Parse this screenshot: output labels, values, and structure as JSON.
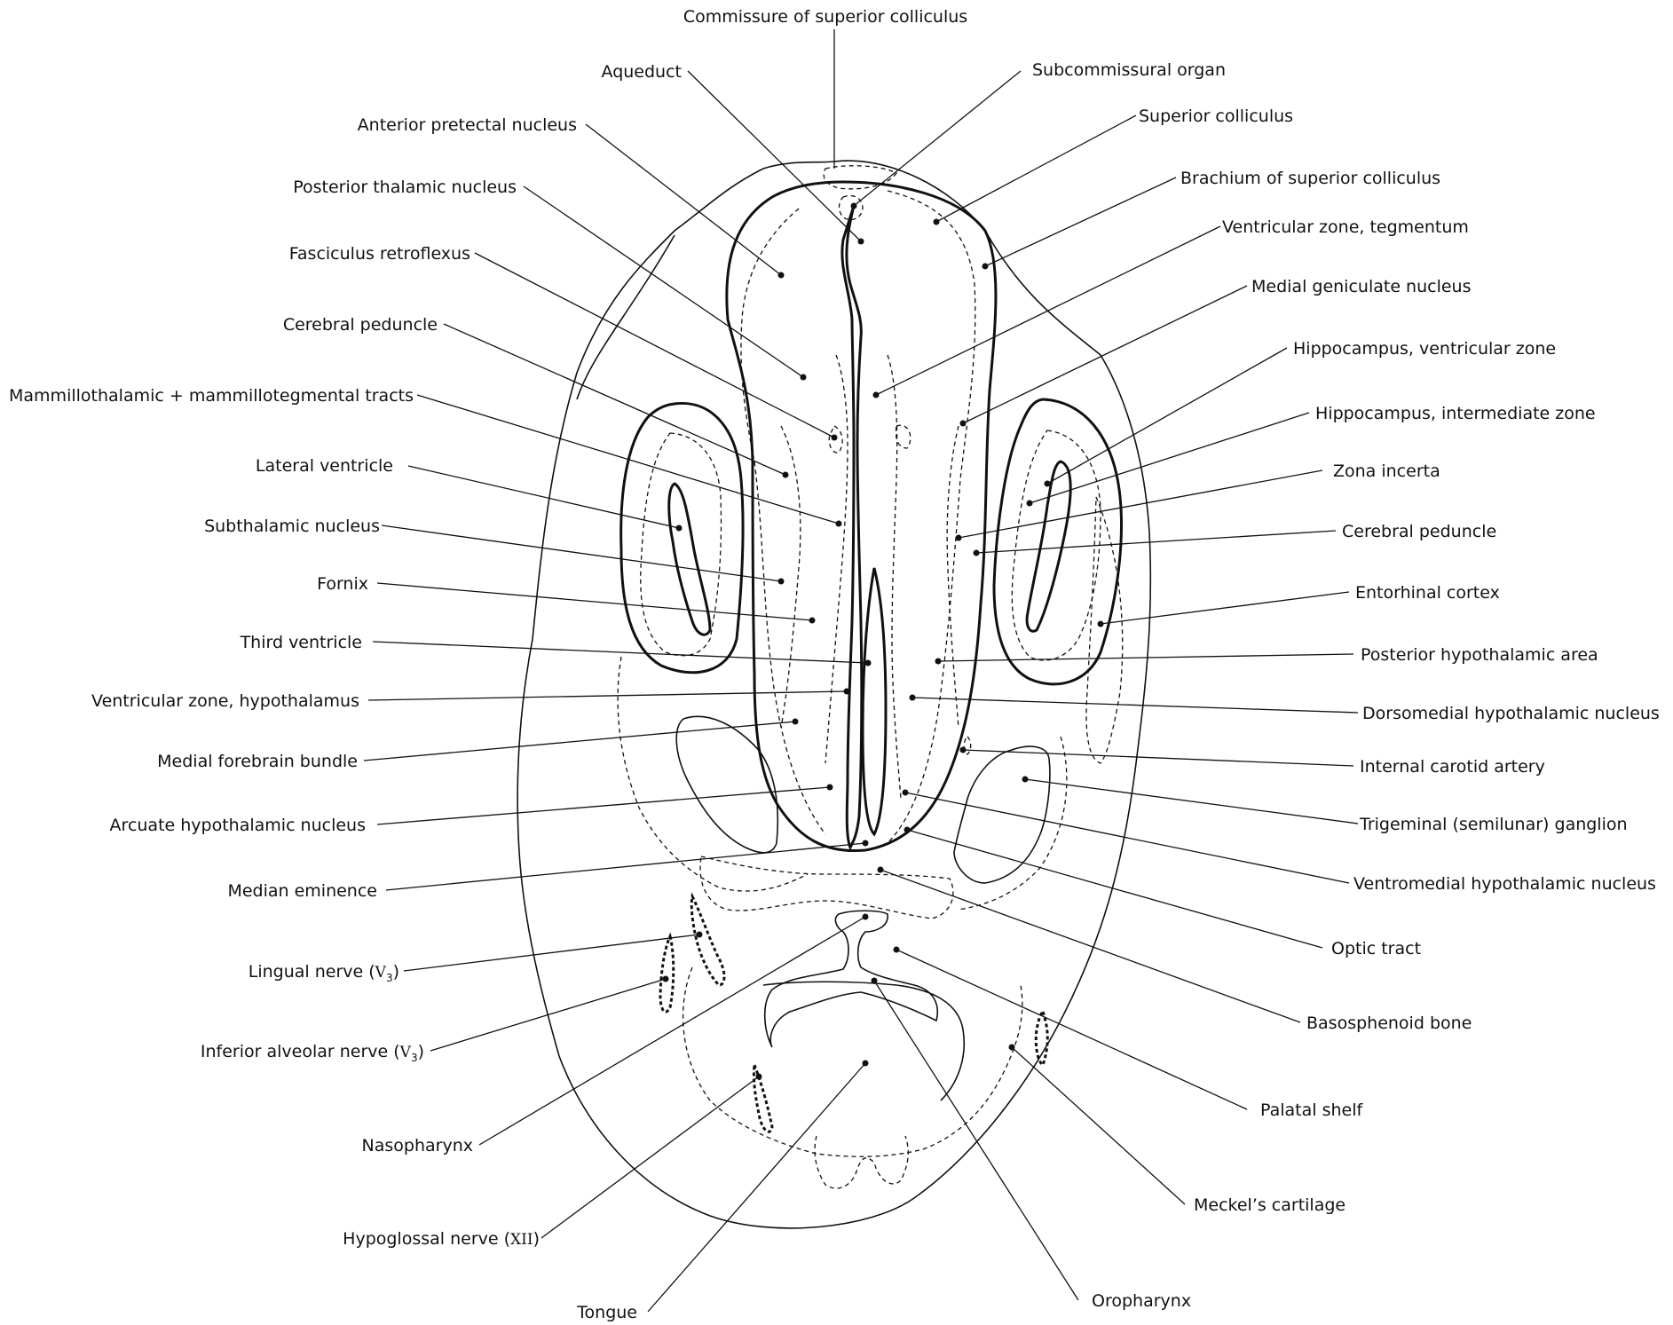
{
  "labels": {
    "commissure_sup_colliculus": "Commissure of superior colliculus",
    "aqueduct": "Aqueduct",
    "subcommissural_organ": "Subcommissural organ",
    "anterior_pretectal": "Anterior pretectal nucleus",
    "superior_colliculus": "Superior colliculus",
    "posterior_thalamic": "Posterior thalamic nucleus",
    "brachium_sup_colliculus": "Brachium of superior colliculus",
    "fasciculus_retroflexus": "Fasciculus retroflexus",
    "ventricular_zone_tegmentum": "Ventricular zone, tegmentum",
    "cerebral_peduncle_left": "Cerebral peduncle",
    "medial_geniculate": "Medial geniculate nucleus",
    "mammillothalamic": "Mammillothalamic + mammillotegmental tracts",
    "hippocampus_ventricular": "Hippocampus, ventricular zone",
    "hippocampus_intermediate": "Hippocampus, intermediate zone",
    "lateral_ventricle": "Lateral ventricle",
    "zona_incerta": "Zona incerta",
    "subthalamic": "Subthalamic nucleus",
    "cerebral_peduncle_right": "Cerebral peduncle",
    "fornix": "Fornix",
    "entorhinal_cortex": "Entorhinal cortex",
    "third_ventricle": "Third ventricle",
    "posterior_hypothalamic": "Posterior hypothalamic area",
    "ventricular_zone_hypothalamus": "Ventricular zone, hypothalamus",
    "dorsomedial_hypothalamic": "Dorsomedial hypothalamic nucleus",
    "medial_forebrain_bundle": "Medial forebrain bundle",
    "internal_carotid": "Internal carotid artery",
    "arcuate_hypothalamic": "Arcuate hypothalamic nucleus",
    "trigeminal_ganglion": "Trigeminal (semilunar) ganglion",
    "ventromedial_hypothalamic": "Ventromedial hypothalamic nucleus",
    "median_eminence": "Median eminence",
    "optic_tract": "Optic tract",
    "lingual_nerve": "Lingual nerve (",
    "lingual_nerve_roman": "V",
    "lingual_nerve_sub": "3",
    "lingual_nerve_end": ")",
    "basosphenoid": "Basosphenoid bone",
    "inferior_alveolar": "Inferior alveolar nerve (",
    "inferior_alveolar_roman": "V",
    "inferior_alveolar_sub": "3",
    "inferior_alveolar_end": ")",
    "palatal_shelf": "Palatal shelf",
    "nasopharynx": "Nasopharynx",
    "meckels_cartilage": "Meckel’s cartilage",
    "hypoglossal": "Hypoglossal nerve (",
    "hypoglossal_roman": "XII",
    "hypoglossal_end": ")",
    "tongue": "Tongue",
    "oropharynx": "Oropharynx"
  }
}
